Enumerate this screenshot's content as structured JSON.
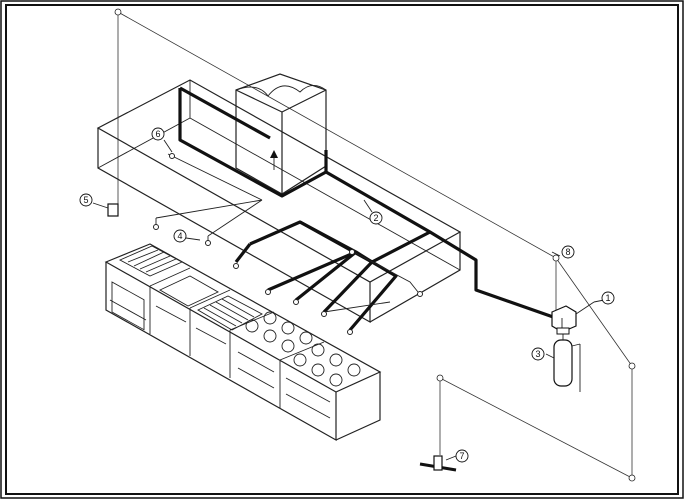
{
  "callouts": [
    {
      "id": "1",
      "label": "1"
    },
    {
      "id": "2",
      "label": "2"
    },
    {
      "id": "3",
      "label": "3"
    },
    {
      "id": "4",
      "label": "4"
    },
    {
      "id": "5",
      "label": "5"
    },
    {
      "id": "6",
      "label": "6"
    },
    {
      "id": "7",
      "label": "7"
    },
    {
      "id": "8",
      "label": "8"
    }
  ],
  "colors": {
    "line": "#222222",
    "pipe": "#111111",
    "background": "#ffffff"
  }
}
